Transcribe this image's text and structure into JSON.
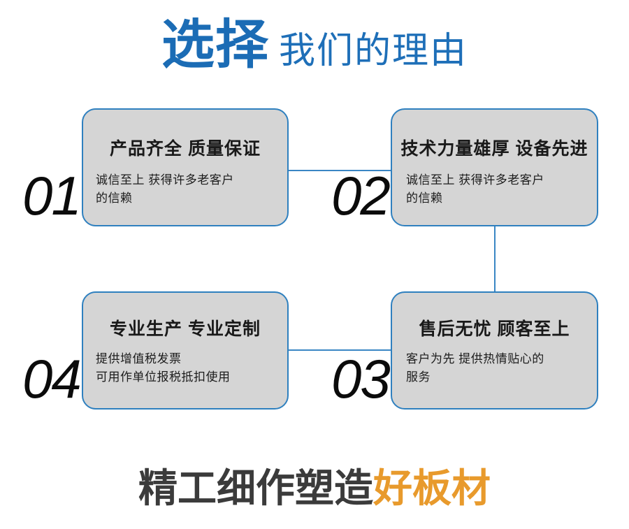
{
  "header": {
    "strong_text": "选择",
    "light_text": "我们的理由",
    "strong_color": "#1b6cb5",
    "light_color": "#1e6fb8"
  },
  "theme": {
    "card_fill": "#d5d5d5",
    "card_border": "#2f80bf",
    "connector_color": "#3a86c4",
    "number_color": "#0b0b0b",
    "title_color": "#191919",
    "body_color": "#1c1c1c",
    "background": "#ffffff"
  },
  "cards": [
    {
      "number": "01",
      "title": "产品齐全 质量保证",
      "body": "诚信至上 获得许多老客户\n的信赖"
    },
    {
      "number": "02",
      "title": "技术力量雄厚 设备先进",
      "body": "诚信至上 获得许多老客户\n的信赖"
    },
    {
      "number": "03",
      "title": "售后无忧 顾客至上",
      "body": "客户为先 提供热情贴心的\n服务"
    },
    {
      "number": "04",
      "title": "专业生产 专业定制",
      "body": "提供增值税发票\n可用作单位报税抵扣使用"
    }
  ],
  "connectors": [
    {
      "name": "card01-to-card02",
      "orientation": "horizontal"
    },
    {
      "name": "card02-to-card03",
      "orientation": "vertical"
    },
    {
      "name": "card04-to-card03",
      "orientation": "horizontal"
    }
  ],
  "footer": {
    "dark_text": "精工细作塑造",
    "accent_text": "好板材",
    "dark_color": "#3b3b3b",
    "accent_color": "#e89a2c"
  }
}
